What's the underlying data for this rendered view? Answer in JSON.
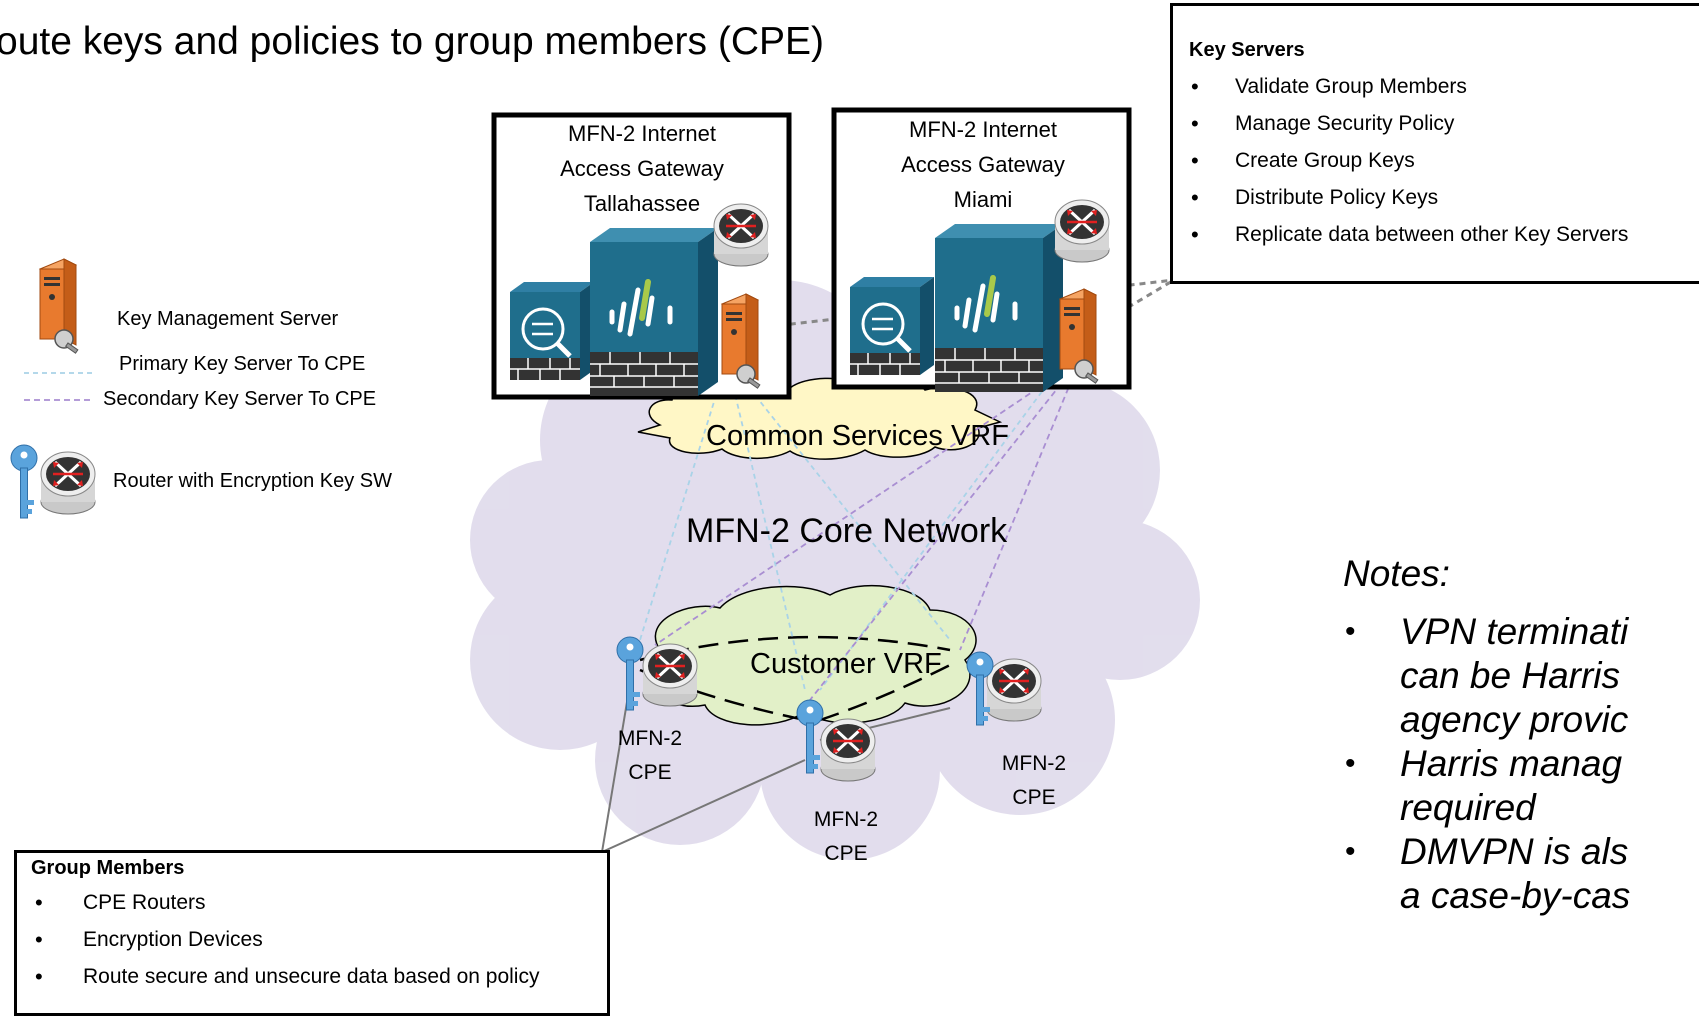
{
  "title": "oute keys and policies to group members (CPE)",
  "key_servers_box": {
    "heading": "Key Servers",
    "items": [
      "Validate Group Members",
      "Manage Security Policy",
      "Create Group Keys",
      "Distribute Policy Keys",
      "Replicate data between other Key Servers"
    ]
  },
  "group_members_box": {
    "heading": "Group Members",
    "items": [
      "CPE Routers",
      "Encryption Devices",
      "Route secure and unsecure data based on policy"
    ]
  },
  "legend": {
    "key_server": "Key Management Server",
    "primary": "Primary Key Server To CPE",
    "secondary": "Secondary Key Server To CPE",
    "router": "Router with  Encryption Key SW"
  },
  "gateways": [
    {
      "line1": "MFN-2 Internet",
      "line2": "Access Gateway",
      "line3": "Tallahassee"
    },
    {
      "line1": "MFN-2 Internet",
      "line2": "Access Gateway",
      "line3": "Miami"
    }
  ],
  "clouds": {
    "common": "Common Services VRF",
    "core": "MFN-2 Core Network",
    "customer": "Customer VRF"
  },
  "cpes": [
    {
      "line1": "MFN-2",
      "line2": "CPE"
    },
    {
      "line1": "MFN-2",
      "line2": "CPE"
    },
    {
      "line1": "MFN-2",
      "line2": "CPE"
    }
  ],
  "notes": {
    "title": "Notes:",
    "items": [
      [
        "VPN terminati",
        "can be Harris",
        "agency provic"
      ],
      [
        "Harris manag",
        "required"
      ],
      [
        "DMVPN is als",
        "a case-by-cas"
      ]
    ]
  },
  "colors": {
    "primary_line": "#a9d3e8",
    "secondary_line": "#a98ed2",
    "core_cloud": "#ddd8ea",
    "common_cloud": "#fff7c6",
    "customer_cloud": "#e2f0c8",
    "server_orange": "#e87a2e",
    "firewall_blue": "#1f6e8c",
    "key_blue": "#5aa3dc",
    "router_red": "#e02020"
  }
}
